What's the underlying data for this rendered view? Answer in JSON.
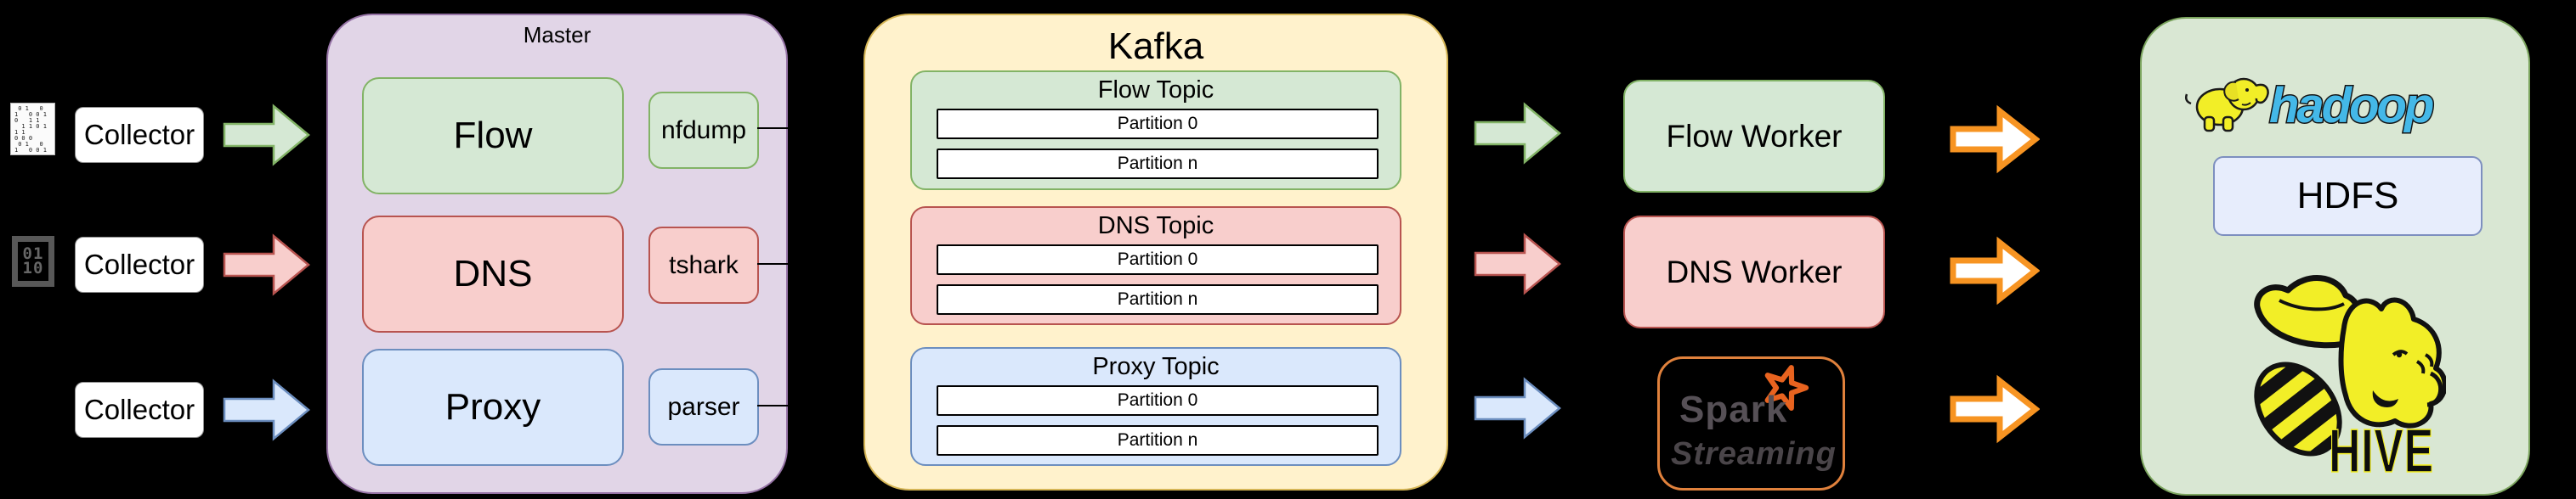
{
  "icons": {
    "binary_page_text": " 0 1   0\n1   0 0 1\n0   1 1\n  1 1 0 1\n1 1\n0 0 0\n 0 1   0\n1   0 0 1",
    "binary_grid_text": "01\n10"
  },
  "collectors": [
    {
      "label": "Collector"
    },
    {
      "label": "Collector"
    },
    {
      "label": "Collector"
    }
  ],
  "master": {
    "title": "Master",
    "services": [
      {
        "name": "Flow",
        "tool": "nfdump"
      },
      {
        "name": "DNS",
        "tool": "tshark"
      },
      {
        "name": "Proxy",
        "tool": "parser"
      }
    ]
  },
  "kafka": {
    "title": "Kafka",
    "topics": [
      {
        "title": "Flow Topic",
        "partitions": [
          "Partition 0",
          "Partition n"
        ]
      },
      {
        "title": "DNS Topic",
        "partitions": [
          "Partition 0",
          "Partition n"
        ]
      },
      {
        "title": "Proxy Topic",
        "partitions": [
          "Partition 0",
          "Partition n"
        ]
      }
    ]
  },
  "workers": [
    {
      "label": "Flow Worker"
    },
    {
      "label": "DNS Worker"
    },
    {
      "logo_line1": "Spark",
      "logo_line2": "Streaming"
    }
  ],
  "storage": {
    "hadoop_logo_text": "hadoop",
    "hdfs_label": "HDFS",
    "hive_logo_text": "HIVE"
  },
  "colors": {
    "green_fill": "#d5e8d4",
    "green_stroke": "#82b366",
    "red_fill": "#f8cecc",
    "red_stroke": "#b85450",
    "blue_fill": "#dae8fc",
    "blue_stroke": "#6c8ebf",
    "purple_fill": "#e1d5e7",
    "purple_stroke": "#9673a6",
    "yellow_fill": "#fff2cc",
    "yellow_stroke": "#d6b656",
    "sage_fill": "#d9e7d3",
    "orange_arrow_stroke": "#f79422",
    "spark_border": "#e0813c",
    "hadoop_text_blue": "#44b8e8",
    "logo_yellow": "#f2ee27"
  }
}
